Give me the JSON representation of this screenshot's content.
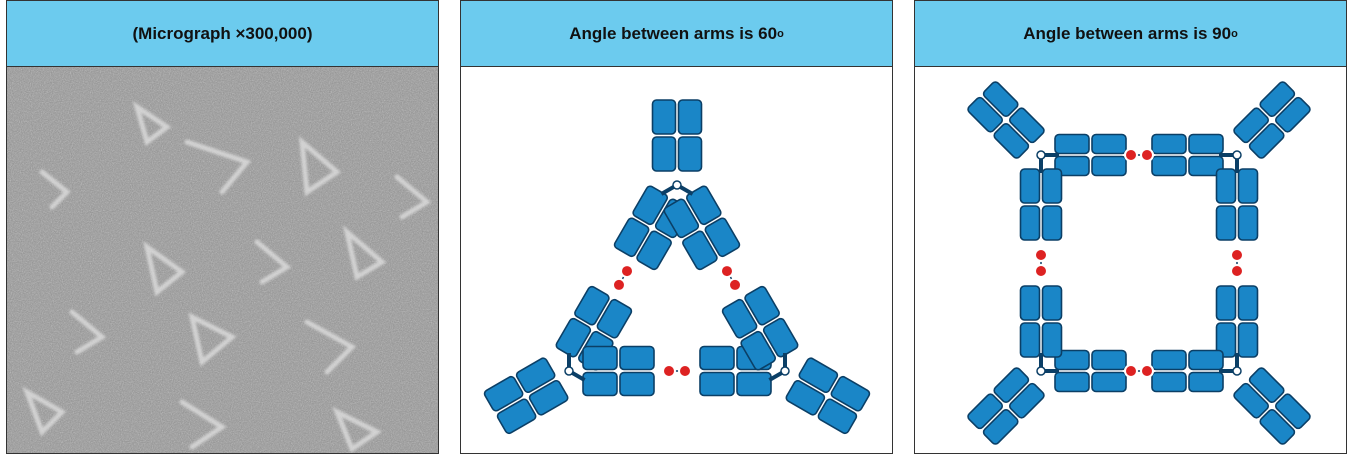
{
  "panels": [
    {
      "title": "(Micrograph ×300,000)"
    },
    {
      "title_main": "Angle between arms is 60",
      "title_sup": "o"
    },
    {
      "title_main": "Angle between arms is 90",
      "title_sup": "o"
    }
  ],
  "colors": {
    "header_bg": "#6ccbee",
    "domain_fill": "#1a86c7",
    "domain_stroke": "#0b3f66",
    "bond": "#dd2222"
  },
  "icons": [
    "antibody-molecule-icon",
    "disulfide-bond-icon",
    "hinge-icon"
  ]
}
